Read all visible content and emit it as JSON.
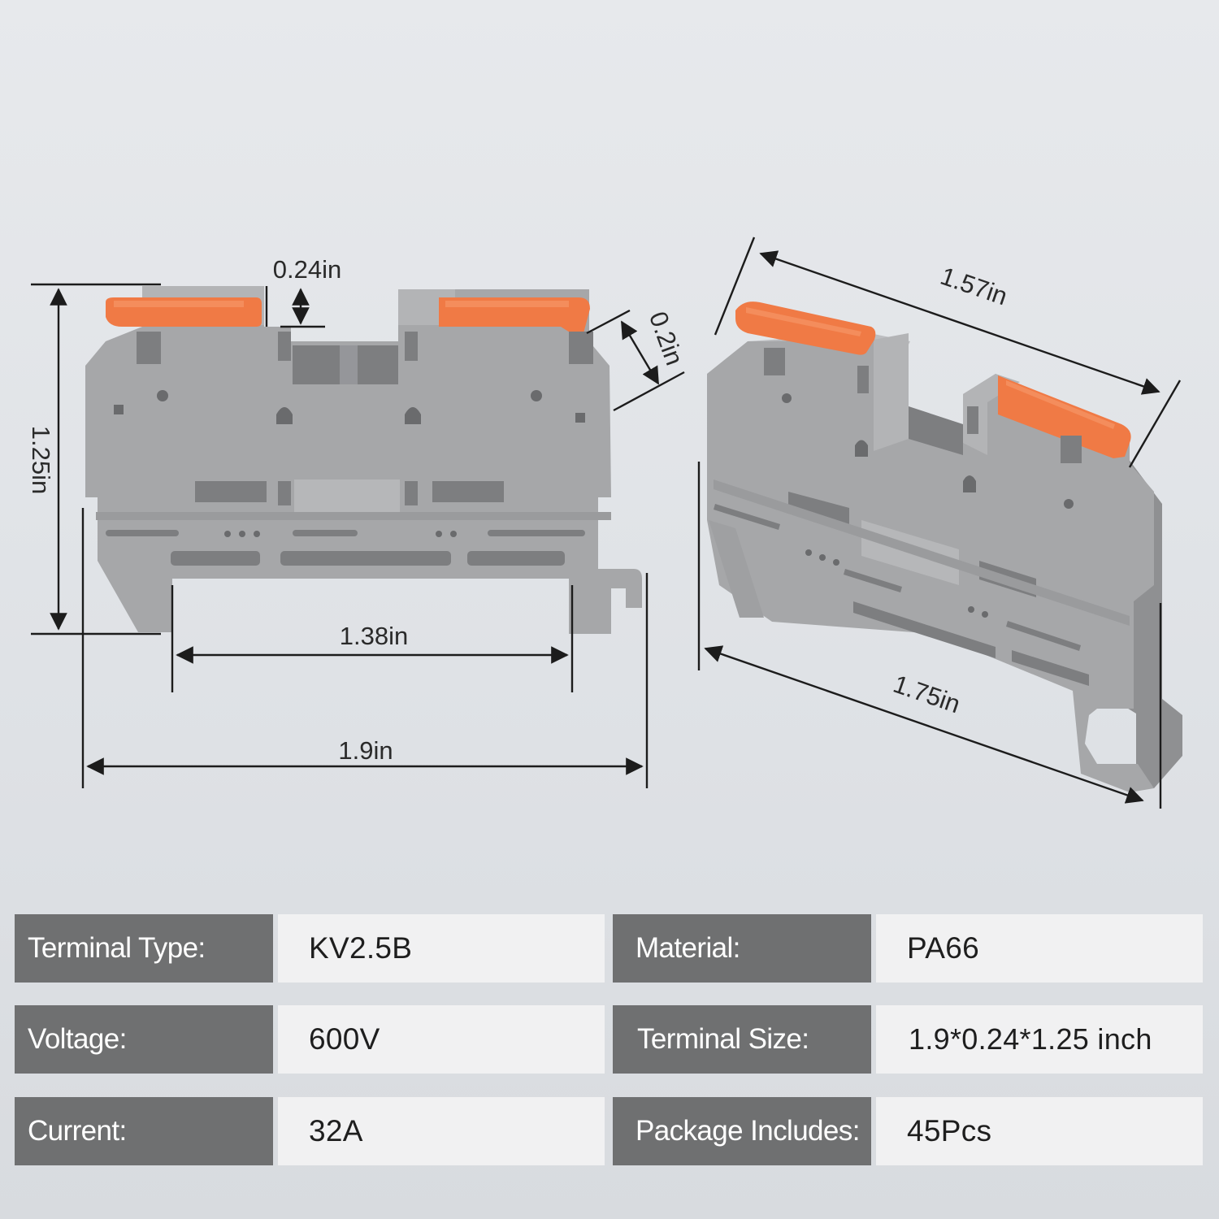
{
  "dimensions": {
    "front_notch_width": "0.24in",
    "front_height": "1.25in",
    "front_base_inner_width": "1.38in",
    "front_overall_width": "1.9in",
    "iso_depth": "0.2in",
    "iso_top_length": "1.57in",
    "iso_bottom_length": "1.75in"
  },
  "specs": [
    {
      "key": "Terminal Type:",
      "value": "KV2.5B"
    },
    {
      "key": "Material:",
      "value": "PA66"
    },
    {
      "key": "Voltage:",
      "value": "600V"
    },
    {
      "key": "Terminal Size:",
      "value": "1.9*0.24*1.25 inch"
    },
    {
      "key": "Current:",
      "value": "32A"
    },
    {
      "key": "Package Includes:",
      "value": "45Pcs"
    }
  ],
  "colors": {
    "terminal_body": "#a6a7a9",
    "release_lever": "#f07a45",
    "spec_key_background": "#6f7071",
    "spec_value_background": "#f1f1f2"
  }
}
